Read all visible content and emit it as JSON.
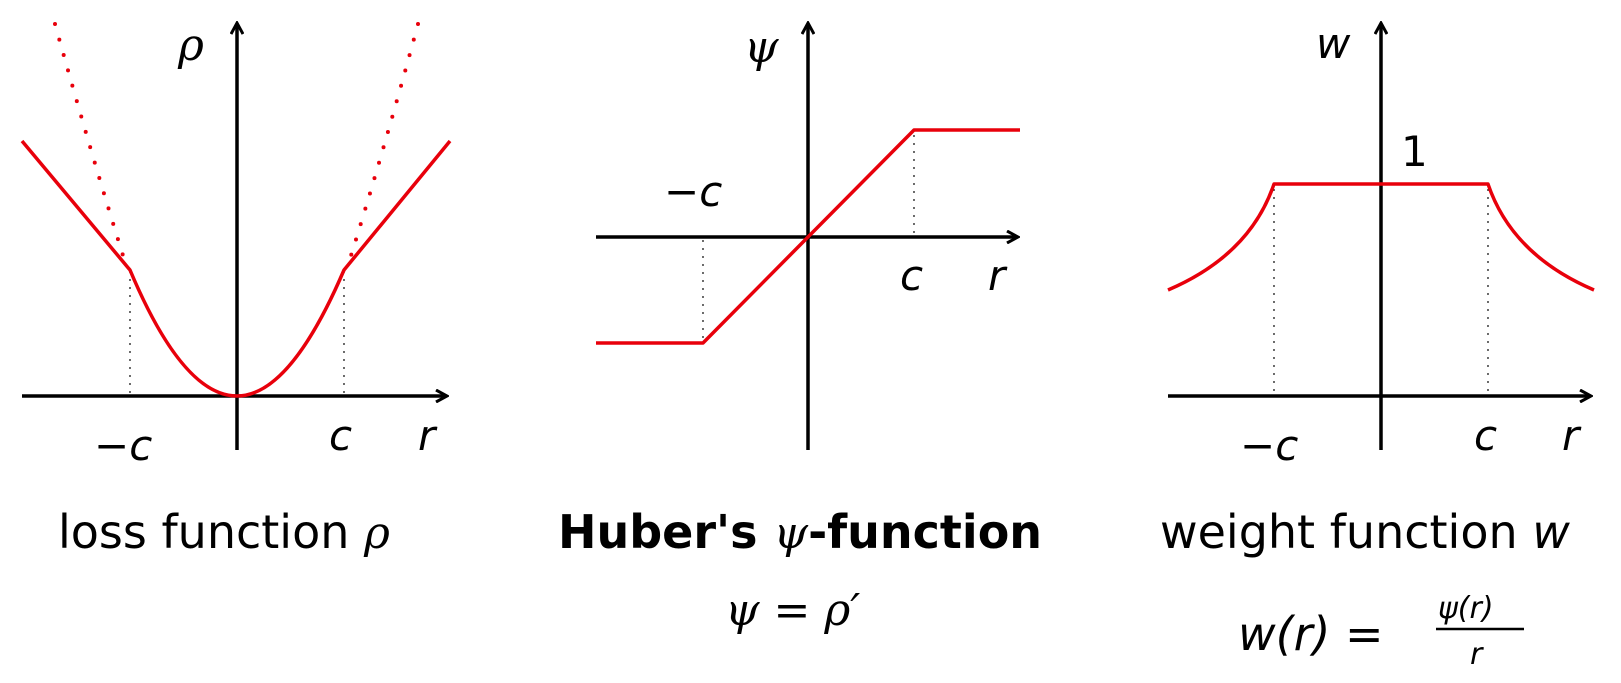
{
  "panels": [
    {
      "id": "rho",
      "axis_y_label": "ρ",
      "axis_x_label": "r",
      "tick_neg": "−c",
      "tick_pos": "c",
      "caption": "loss function ",
      "caption_symbol": "ρ"
    },
    {
      "id": "psi",
      "axis_y_label": "ψ",
      "axis_x_label": "r",
      "tick_neg": "−c",
      "tick_pos": "c",
      "caption_bold_a": "Huber's ",
      "caption_symbol": "ψ",
      "caption_bold_b": "-function",
      "formula": "ψ = ρ′"
    },
    {
      "id": "w",
      "axis_y_label": "w",
      "axis_x_label": "r",
      "tick_neg": "−c",
      "tick_pos": "c",
      "tick_one": "1",
      "caption": "weight function ",
      "caption_symbol": "w",
      "formula_lhs": "w(r) = ",
      "formula_num": "ψ(r)",
      "formula_den": "r"
    }
  ],
  "colors": {
    "curve": "#e8000b",
    "axis": "#000000"
  }
}
